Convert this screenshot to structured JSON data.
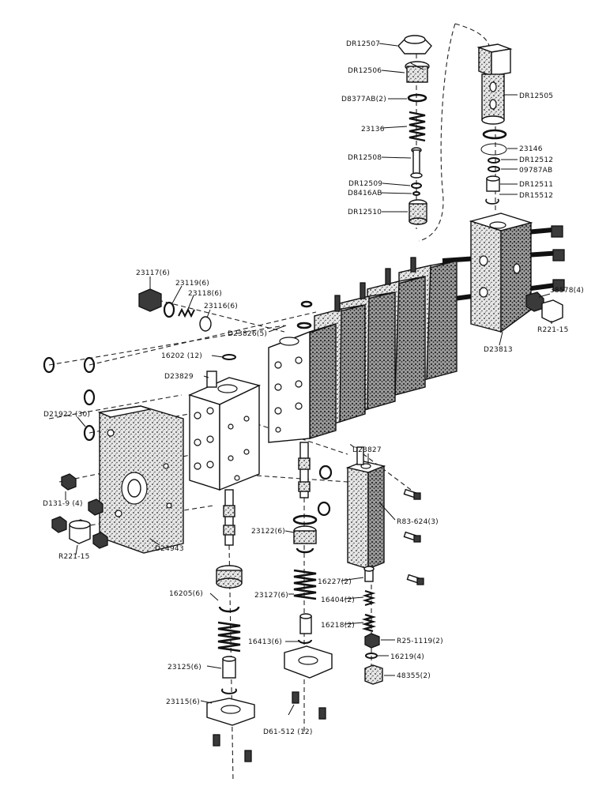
{
  "diagram": {
    "colors": {
      "ink": "#111111",
      "paper": "#ffffff",
      "shade": "#3a3a3a"
    },
    "labels": {
      "DR12507": "DR12507",
      "DR12506": "DR12506",
      "D8377AB": "D8377AB(2)",
      "23136": "23136",
      "DR12508": "DR12508",
      "DR12509": "DR12509",
      "D8416AB": "D8416AB",
      "DR12510": "DR12510",
      "DR12505": "DR12505",
      "23146": "23146",
      "DR12512": "DR12512",
      "09787AB": "09787AB",
      "DR12511": "DR12511",
      "DR15512": "DR15512",
      "23117": "23117(6)",
      "23119": "23119(6)",
      "23118": "23118(6)",
      "23116": "23116(6)",
      "38578": "38578(4)",
      "R221_15_right": "R221-15",
      "D23826": "D23826(5)",
      "D23813": "D23813",
      "16202": "16202 (12)",
      "D23829": "D23829",
      "D21922": "D21922 (30)",
      "D131_9": "D131-9 (4)",
      "R221_15_left": "R221-15",
      "D24943": "D24943",
      "D23827": "D23827",
      "R83_624": "R83-624(3)",
      "23122": "23122(6)",
      "16227": "16227(2)",
      "16205": "16205(6)",
      "23127": "23127(6)",
      "16404": "16404(2)",
      "16218": "16218(2)",
      "16413": "16413(6)",
      "R25_1119": "R25-1119(2)",
      "16219": "16219(4)",
      "23125": "23125(6)",
      "48355": "48355(2)",
      "23115": "23115(6)",
      "D61_512": "D61-512 (12)"
    }
  }
}
